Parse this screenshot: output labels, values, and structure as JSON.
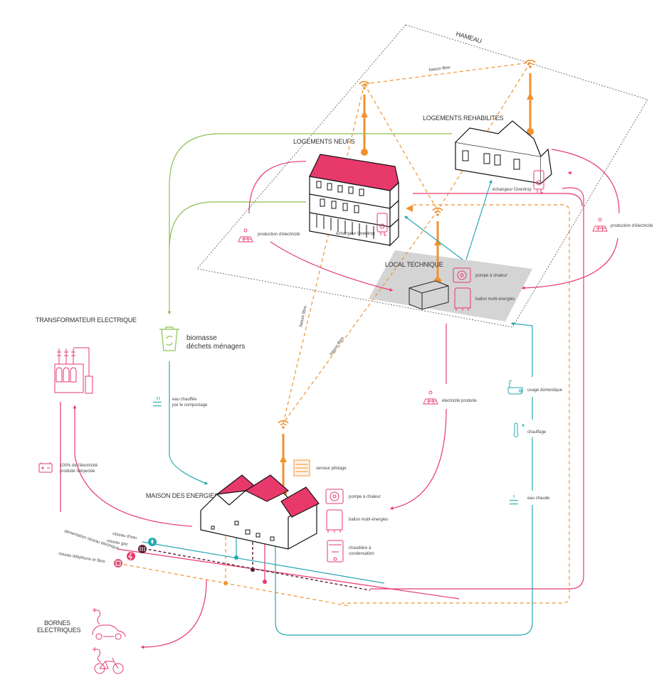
{
  "colors": {
    "pink": "#e63a6e",
    "orange": "#f0922e",
    "teal": "#25a8b0",
    "green": "#8cc152",
    "dark": "#5a1f33",
    "gray_platform": "#d4d4d4",
    "roof": "#e8396b"
  },
  "zones": {
    "hameau": "HAMEAU",
    "logements_neufs": "LOGEMENTS NEUFS",
    "logements_rehabilites": "LOGEMENTS REHABILITES",
    "local_technique": "LOCAL TECHNIQUE",
    "maison_des_energies": "MAISON DES ENERGIES",
    "transformateur": "TRANSFORMATEUR ELECTRIQUE",
    "bornes_line1": "BORNES",
    "bornes_line2": "ELECTRIQUES"
  },
  "labels": {
    "liaison_fibre_top": "liaison fibre",
    "liaison_fibre_left": "liaison fibre",
    "liaison_fibre_mid": "liaison fibre",
    "echangeur_neufs": "échangeur Oventrop",
    "echangeur_rehab": "échangeur Oventrop",
    "production_left": "production d'électricité",
    "production_right": "production d'électricité",
    "pompe_local": "pompe à chaleur",
    "ballon_local": "ballon multi-énergies",
    "biomasse_line1": "biomasse",
    "biomasse_line2": "déchets ménagers",
    "eau_compost_line1": "eau chauffée",
    "eau_compost_line2": "par le compostage",
    "electricite_produite": "électricité produite",
    "usage_domestique": "usage domestique",
    "chauffage": "chauffage",
    "eau_chaude": "eau chaude",
    "serveur": "serveur pilotage",
    "pompe_maison": "pompe à chaleur",
    "ballon_maison": "ballon multi-énergies",
    "chaudiere_line1": "chaudière à",
    "chaudiere_line2": "condensation",
    "reinjecte_line1": "100% de l'électricité",
    "reinjecte_line2": "produite réinjectée",
    "reseau_eau": "réseau d'eau",
    "reseau_gaz": "réseau gaz",
    "alimentation_elec": "alimentation réseau électrique",
    "reseau_tel": "réseau téléphone et fibre"
  },
  "icons": [
    "wifi-icon",
    "solar-panel-icon",
    "heat-pump-icon",
    "boiler-tank-icon",
    "recycle-bin-icon",
    "water-heat-icon",
    "bathtub-icon",
    "thermometer-icon",
    "server-icon",
    "condensing-boiler-icon",
    "battery-icon",
    "transformer-icon",
    "electric-car-icon",
    "electric-bike-icon",
    "water-drop-icon",
    "gas-icon",
    "lightning-icon",
    "phone-fiber-icon",
    "exchanger-icon"
  ]
}
